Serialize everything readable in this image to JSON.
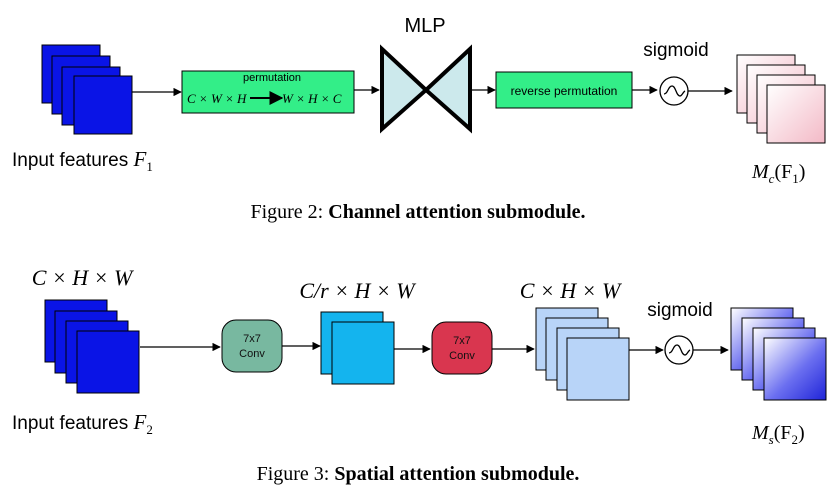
{
  "figure2": {
    "mlp_label": "MLP",
    "permutation_title": "permutation",
    "permutation_formula_left": "C × W × H",
    "permutation_formula_right": "W × H × C",
    "reverse_permutation_label": "reverse permutation",
    "sigmoid_label": "sigmoid",
    "input_label": "Input features",
    "input_symbol": "F",
    "input_subscript": "1",
    "output_label_main": "M",
    "output_label_sub": "c",
    "output_label_arg": "(F",
    "output_label_arg_sub": "1",
    "output_label_close": ")",
    "caption_prefix": "Figure 2:",
    "caption_bold": "Channel attention submodule."
  },
  "figure3": {
    "dims_input": "C × H × W",
    "dims_middle": "C/r × H × W",
    "dims_after": "C × H × W",
    "conv1_line1": "7x7",
    "conv1_line2": "Conv",
    "conv2_line1": "7x7",
    "conv2_line2": "Conv",
    "sigmoid_label": "sigmoid",
    "input_label": "Input features",
    "input_symbol": "F",
    "input_subscript": "2",
    "output_label_main": "M",
    "output_label_sub": "s",
    "output_label_arg": "(F",
    "output_label_arg_sub": "2",
    "output_label_close": ")",
    "caption_prefix": "Figure 3:",
    "caption_bold": "Spatial attention submodule."
  },
  "colors": {
    "blue_stack": "#0a14e6",
    "green_box": "#33ee88",
    "mlp_fill": "#cce9ec",
    "pink_stack": "#f6c6d0",
    "conv1_fill": "#78b8a0",
    "conv2_fill": "#d9364f",
    "cyan_stack": "#14b4ee",
    "light_blue_stack": "#b8d4f8"
  },
  "icons": {
    "sigmoid": "sigmoid-wave-icon",
    "mlp": "bowtie-mlp-icon"
  }
}
